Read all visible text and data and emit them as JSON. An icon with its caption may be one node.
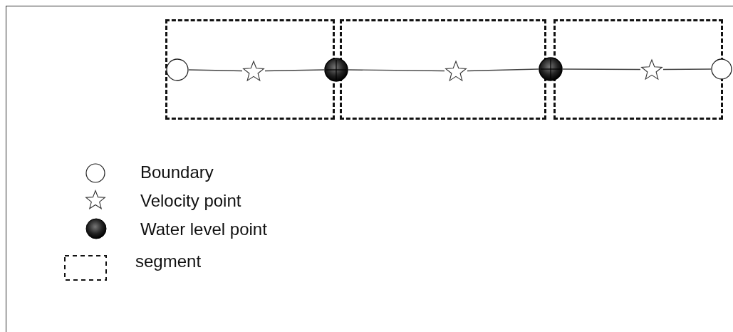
{
  "diagram": {
    "nodes": [
      {
        "text": [],
        "shape": "box"
      },
      {
        "text": [],
        "shape": "circle",
        "in": 0
      },
      {
        "text": [],
        "shape": "star",
        "in": 0
      },
      {
        "text": [],
        "shape": "ball"
      },
      {
        "text": [],
        "shape": "box"
      },
      {
        "text": [],
        "shape": "star",
        "in": 4
      },
      {
        "text": [],
        "shape": "ball"
      },
      {
        "text": [],
        "shape": "box"
      },
      {
        "text": [],
        "shape": "star",
        "in": 7
      },
      {
        "text": [],
        "shape": "circle"
      }
    ],
    "edges": [
      {
        "from": 1,
        "to": 2,
        "arrow": "none"
      },
      {
        "from": 2,
        "to": 3,
        "arrow": "none"
      },
      {
        "from": 3,
        "to": 5,
        "arrow": "none"
      },
      {
        "from": 5,
        "to": 6,
        "arrow": "none"
      },
      {
        "from": 6,
        "to": 8,
        "arrow": "none"
      },
      {
        "from": 8,
        "to": 9,
        "arrow": "none"
      }
    ],
    "legend": [
      {
        "text": "Boundary"
      },
      {
        "text": "Velocity point"
      },
      {
        "text": "Water level point"
      },
      {
        "text": "segment"
      }
    ]
  }
}
